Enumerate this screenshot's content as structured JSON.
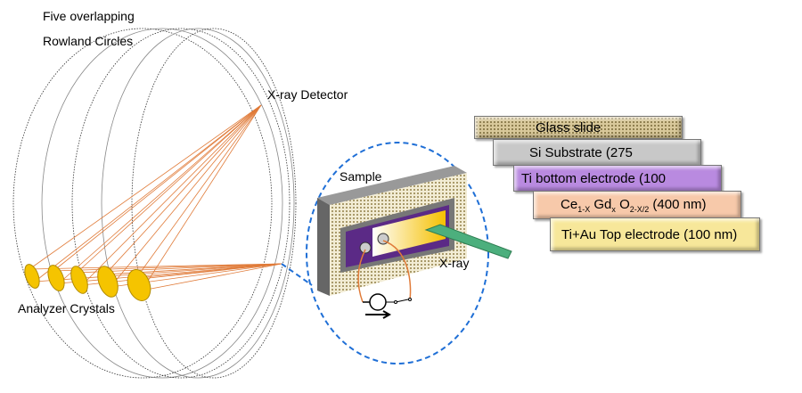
{
  "labels": {
    "title_line1": "Five overlapping",
    "title_line2": "Rowland Circles",
    "detector": "X-ray Detector",
    "crystals": "Analyzer Crystals",
    "sample": "Sample",
    "xray": "X-ray"
  },
  "layers": [
    {
      "label": "Glass slide",
      "color": "#d8c89a"
    },
    {
      "label": "Si Substrate (275",
      "color": "#c8c8c8"
    },
    {
      "label": "Ti bottom electrode (100",
      "color": "#b98ae0"
    },
    {
      "ce": "Ce",
      "sub1": "1-X",
      "gd": "Gd",
      "sub2": "x",
      "o": "O",
      "sub3": "2-X/2",
      "rest": "(400 nm)",
      "color": "#f7c9aa"
    },
    {
      "label": "Ti+Au Top electrode (100 nm)",
      "color": "#f7e79a"
    }
  ],
  "colors": {
    "rays": "#e07b39",
    "crystal": "#f5c400",
    "dashed": "#1f6fd6",
    "beam": "#4caf7d"
  }
}
